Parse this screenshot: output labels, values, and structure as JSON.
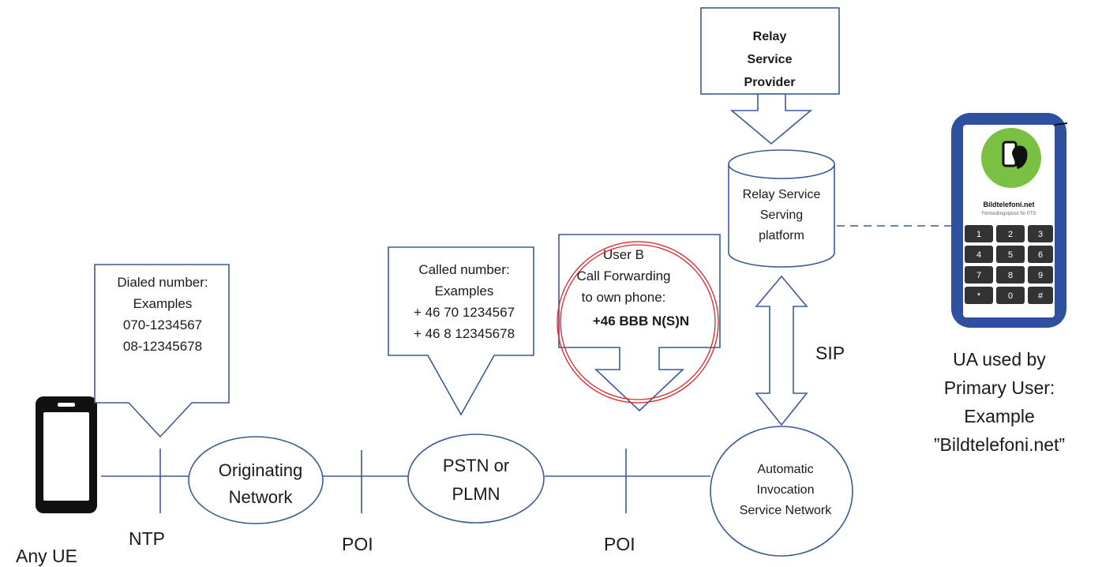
{
  "colors": {
    "stroke": "#3b5998",
    "highlight_circle": "#d9262c",
    "phone_frame": "#2f4f9f",
    "app_logo_green": "#7ac143"
  },
  "nodes": {
    "originating_network": [
      "Originating",
      "Network"
    ],
    "pstn_plmn": [
      "PSTN or",
      "PLMN"
    ],
    "ais_network": [
      "Automatic",
      "Invocation",
      "Service Network"
    ],
    "relay_platform": [
      "Relay Service",
      "Serving",
      "platform"
    ],
    "relay_provider": [
      "Relay",
      "Service",
      "Provider"
    ]
  },
  "callouts": {
    "dialed": [
      "Dialed number:",
      "Examples",
      "070-1234567",
      "08-12345678"
    ],
    "called": [
      "Called number:",
      "Examples",
      "+ 46 70 1234567",
      "+ 46 8 12345678"
    ],
    "forwarding": [
      "User B",
      "Call Forwarding",
      "to own phone:",
      "+46 BBB N(S)N"
    ]
  },
  "labels": {
    "any_ue": "Any UE",
    "ntp": "NTP",
    "poi_1": "POI",
    "poi_2": "POI",
    "sip": "SIP",
    "ua_caption": [
      "UA used by",
      "Primary User:",
      "Example",
      "”Bildtelefoni.net”"
    ]
  },
  "app": {
    "name": "Bildtelefoni.net",
    "tagline": "Förmedlingstjänst för PTS",
    "keys": [
      "1",
      "2",
      "3",
      "4",
      "5",
      "6",
      "7",
      "8",
      "9",
      "*",
      "0",
      "#"
    ]
  },
  "icons": {
    "ue_phone": "smartphone-icon",
    "app_logo": "phone-hand-icon"
  }
}
